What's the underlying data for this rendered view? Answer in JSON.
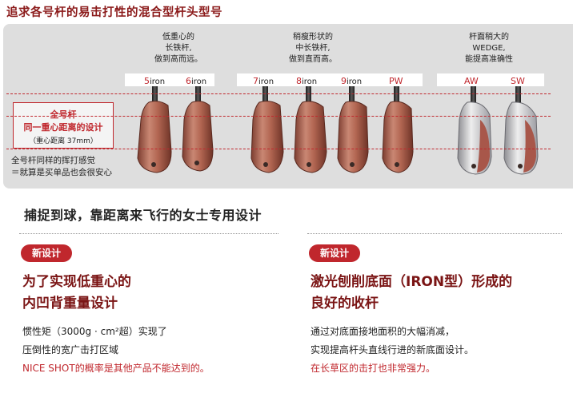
{
  "page_title": "追求各号杆的易击打性的混合型杆头型号",
  "groups": [
    {
      "lines": [
        "低重心的",
        "长铁杆,",
        "做到高而远。"
      ]
    },
    {
      "lines": [
        "稍瘦形状的",
        "中长铁杆,",
        "做到直而高。"
      ]
    },
    {
      "lines": [
        "杆面稍大的",
        "WEDGE,",
        "能提高准确性"
      ]
    }
  ],
  "clubs": [
    {
      "num": "5",
      "suffix": "iron"
    },
    {
      "num": "6",
      "suffix": "iron"
    },
    {
      "num": "7",
      "suffix": "iron"
    },
    {
      "num": "8",
      "suffix": "iron"
    },
    {
      "num": "9",
      "suffix": "iron"
    },
    {
      "num": "PW",
      "suffix": ""
    },
    {
      "num": "AW",
      "suffix": ""
    },
    {
      "num": "SW",
      "suffix": ""
    }
  ],
  "cog_box": {
    "line1": "全号杆",
    "line2": "同一重心距离的设计",
    "line3": "（重心距离 37mm）"
  },
  "feel": {
    "line1": "全号杆同样的挥打感觉",
    "line2": "＝就算是买单品也会很安心"
  },
  "headline": "捕捉到球，靠距离来飞行的女士专用设计",
  "features": [
    {
      "badge": "新设计",
      "title1": "为了实现低重心的",
      "title2": "内凹背重量设计",
      "text1": "惯性矩（3000g · cm²超）实现了",
      "text2": "压倒性的宽广击打区域",
      "text3": "NICE SHOT的概率是其他产品不能达到的。"
    },
    {
      "badge": "新设计",
      "title1": "激光刨削底面（IRON型）形成的",
      "title2": "良好的收杆",
      "text1": "通过对底面接地面积的大幅消减，",
      "text2": "实现提高杆头直线行进的新底面设计。",
      "text3": "在长草区的击打也非常强力。"
    }
  ],
  "colors": {
    "accent": "#c0272d",
    "title": "#8b1a1a",
    "panel": "#dedede",
    "copper": "#b06a55",
    "silver": "#c8c8cc"
  }
}
